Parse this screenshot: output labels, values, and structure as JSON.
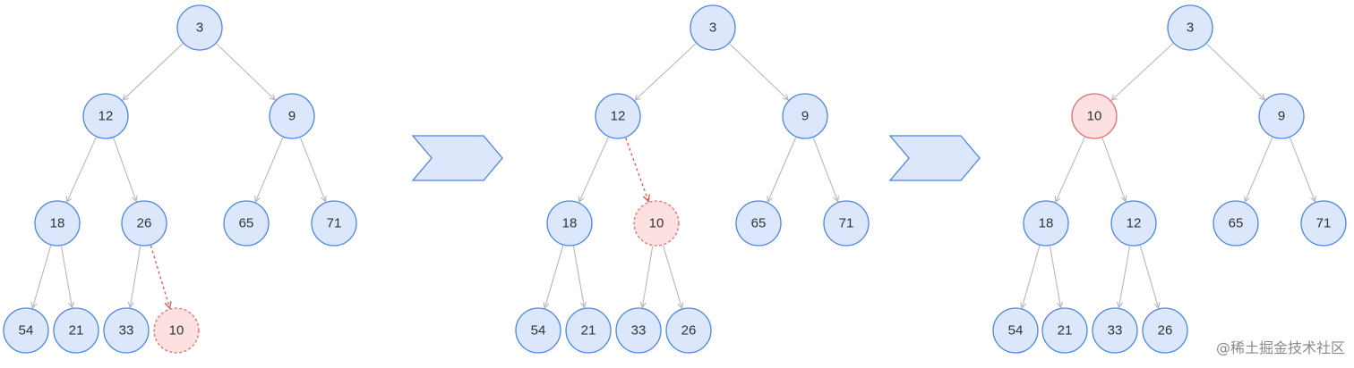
{
  "diagrams": [
    {
      "nodes": [
        {
          "id": "a",
          "label": "3",
          "style": "normal"
        },
        {
          "id": "b",
          "label": "12",
          "style": "normal"
        },
        {
          "id": "c",
          "label": "9",
          "style": "normal"
        },
        {
          "id": "d",
          "label": "18",
          "style": "normal"
        },
        {
          "id": "e",
          "label": "26",
          "style": "normal"
        },
        {
          "id": "f",
          "label": "65",
          "style": "normal"
        },
        {
          "id": "g",
          "label": "71",
          "style": "normal"
        },
        {
          "id": "h",
          "label": "54",
          "style": "normal"
        },
        {
          "id": "i",
          "label": "21",
          "style": "normal"
        },
        {
          "id": "j",
          "label": "33",
          "style": "normal"
        },
        {
          "id": "k",
          "label": "10",
          "style": "moving"
        }
      ],
      "edges": [
        {
          "from": "a",
          "to": "b",
          "style": "solid"
        },
        {
          "from": "a",
          "to": "c",
          "style": "solid"
        },
        {
          "from": "b",
          "to": "d",
          "style": "solid"
        },
        {
          "from": "b",
          "to": "e",
          "style": "solid"
        },
        {
          "from": "c",
          "to": "f",
          "style": "solid"
        },
        {
          "from": "c",
          "to": "g",
          "style": "solid"
        },
        {
          "from": "d",
          "to": "h",
          "style": "solid"
        },
        {
          "from": "d",
          "to": "i",
          "style": "solid"
        },
        {
          "from": "e",
          "to": "j",
          "style": "solid"
        },
        {
          "from": "e",
          "to": "k",
          "style": "dashed"
        }
      ]
    },
    {
      "nodes": [
        {
          "id": "a",
          "label": "3",
          "style": "normal"
        },
        {
          "id": "b",
          "label": "12",
          "style": "normal"
        },
        {
          "id": "c",
          "label": "9",
          "style": "normal"
        },
        {
          "id": "d",
          "label": "18",
          "style": "normal"
        },
        {
          "id": "e",
          "label": "10",
          "style": "moving"
        },
        {
          "id": "f",
          "label": "65",
          "style": "normal"
        },
        {
          "id": "g",
          "label": "71",
          "style": "normal"
        },
        {
          "id": "h",
          "label": "54",
          "style": "normal"
        },
        {
          "id": "i",
          "label": "21",
          "style": "normal"
        },
        {
          "id": "j",
          "label": "33",
          "style": "normal"
        },
        {
          "id": "k",
          "label": "26",
          "style": "normal"
        }
      ],
      "edges": [
        {
          "from": "a",
          "to": "b",
          "style": "solid"
        },
        {
          "from": "a",
          "to": "c",
          "style": "solid"
        },
        {
          "from": "b",
          "to": "d",
          "style": "solid"
        },
        {
          "from": "b",
          "to": "e",
          "style": "dashed"
        },
        {
          "from": "c",
          "to": "f",
          "style": "solid"
        },
        {
          "from": "c",
          "to": "g",
          "style": "solid"
        },
        {
          "from": "d",
          "to": "h",
          "style": "solid"
        },
        {
          "from": "d",
          "to": "i",
          "style": "solid"
        },
        {
          "from": "e",
          "to": "j",
          "style": "solid"
        },
        {
          "from": "e",
          "to": "k",
          "style": "solid"
        }
      ]
    },
    {
      "nodes": [
        {
          "id": "a",
          "label": "3",
          "style": "normal"
        },
        {
          "id": "b",
          "label": "10",
          "style": "highlight"
        },
        {
          "id": "c",
          "label": "9",
          "style": "normal"
        },
        {
          "id": "d",
          "label": "18",
          "style": "normal"
        },
        {
          "id": "e",
          "label": "12",
          "style": "normal"
        },
        {
          "id": "f",
          "label": "65",
          "style": "normal"
        },
        {
          "id": "g",
          "label": "71",
          "style": "normal"
        },
        {
          "id": "h",
          "label": "54",
          "style": "normal"
        },
        {
          "id": "i",
          "label": "21",
          "style": "normal"
        },
        {
          "id": "j",
          "label": "33",
          "style": "normal"
        },
        {
          "id": "k",
          "label": "26",
          "style": "normal"
        }
      ],
      "edges": [
        {
          "from": "a",
          "to": "b",
          "style": "solid"
        },
        {
          "from": "a",
          "to": "c",
          "style": "solid"
        },
        {
          "from": "b",
          "to": "d",
          "style": "solid"
        },
        {
          "from": "b",
          "to": "e",
          "style": "solid"
        },
        {
          "from": "c",
          "to": "f",
          "style": "solid"
        },
        {
          "from": "c",
          "to": "g",
          "style": "solid"
        },
        {
          "from": "d",
          "to": "h",
          "style": "solid"
        },
        {
          "from": "d",
          "to": "i",
          "style": "solid"
        },
        {
          "from": "e",
          "to": "j",
          "style": "solid"
        },
        {
          "from": "e",
          "to": "k",
          "style": "solid"
        }
      ]
    }
  ],
  "watermark": "@稀土掘金技术社区",
  "colors": {
    "node_fill": "#dce7fb",
    "node_stroke": "#4a86e8",
    "highlight_fill": "#fde0e0",
    "highlight_stroke": "#e26d6d",
    "edge": "#b8b8b8",
    "dashed_edge": "#e05555"
  }
}
